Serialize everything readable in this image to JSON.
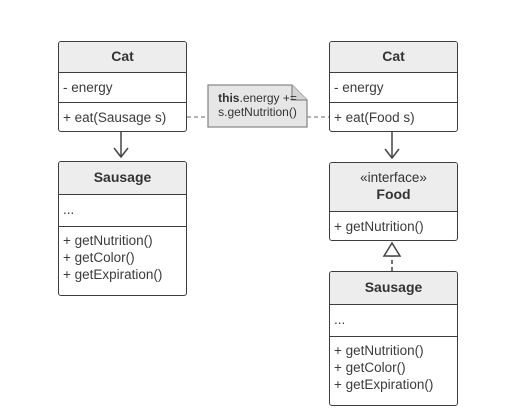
{
  "left": {
    "cat": {
      "name": "Cat",
      "fields": [
        "- energy"
      ],
      "methods": [
        "+ eat(Sausage s)"
      ]
    },
    "sausage": {
      "name": "Sausage",
      "fields": [
        "..."
      ],
      "methods": [
        "+ getNutrition()",
        "+ getColor()",
        "+ getExpiration()"
      ]
    }
  },
  "note": {
    "keyword": "this",
    "rest_line1": ".energy +=",
    "line2": "s.getNutrition()"
  },
  "right": {
    "cat": {
      "name": "Cat",
      "fields": [
        "- energy"
      ],
      "methods": [
        "+ eat(Food s)"
      ]
    },
    "food": {
      "stereotype": "«interface»",
      "name": "Food",
      "methods": [
        "+ getNutrition()"
      ]
    },
    "sausage": {
      "name": "Sausage",
      "fields": [
        "..."
      ],
      "methods": [
        "+ getNutrition()",
        "+ getColor()",
        "+ getExpiration()"
      ]
    }
  },
  "colors": {
    "border": "#3d3d3d",
    "header_fill": "#ededed",
    "note_fill": "#e6e6e6",
    "text": "#333333"
  }
}
